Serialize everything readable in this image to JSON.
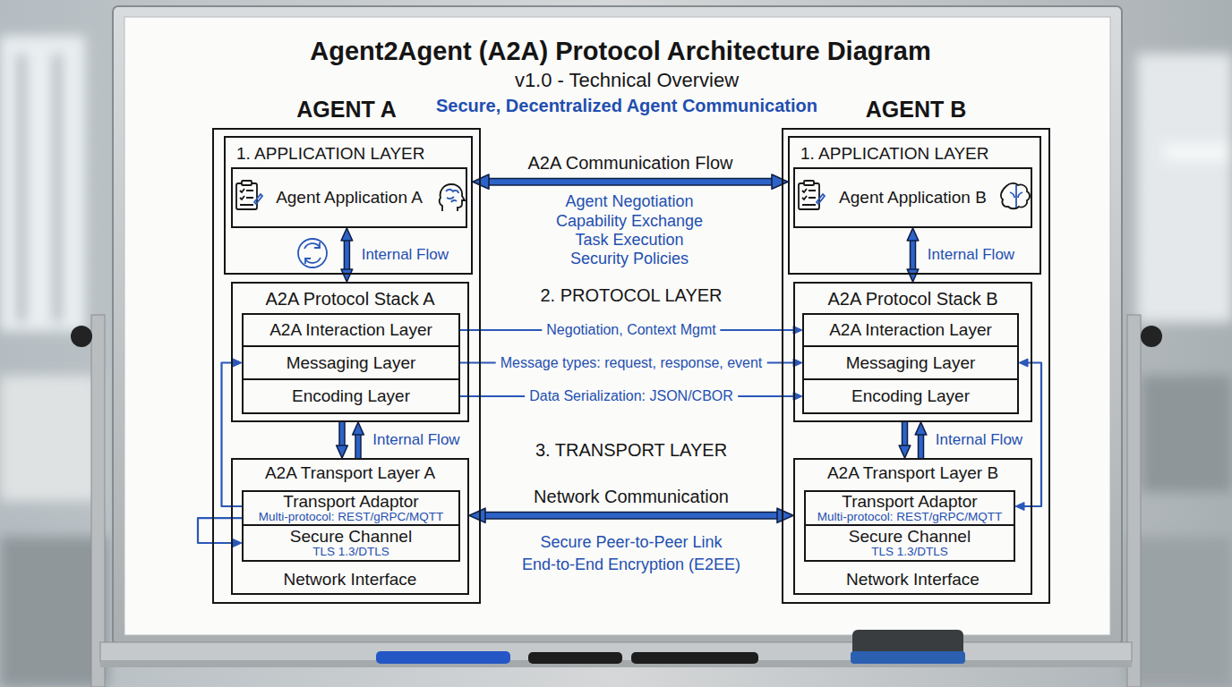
{
  "diagram": {
    "title": "Agent2Agent (A2A) Protocol Architecture Diagram",
    "nodes": [
      {
        "text": [
          "AGENT A"
        ]
      },
      {
        "text": [
          "1. APPLICATION LAYER"
        ],
        "in": 0
      },
      {
        "text": [
          "Agent Application A"
        ],
        "in": 1
      },
      {
        "text": [
          "A2A Protocol Stack A"
        ],
        "in": 0
      },
      {
        "text": [
          "A2A Interaction Layer"
        ],
        "in": 3
      },
      {
        "text": [
          "Messaging Layer"
        ],
        "in": 3
      },
      {
        "text": [
          "Encoding Layer"
        ],
        "in": 3
      },
      {
        "text": [
          "A2A Transport Layer A",
          "Network Interface"
        ],
        "in": 0
      },
      {
        "text": [
          "Transport Adaptor",
          "Multi-protocol: REST/gRPC/MQTT"
        ],
        "in": 7
      },
      {
        "text": [
          "Secure Channel",
          "TLS 1.3/DTLS"
        ],
        "in": 7
      },
      {
        "text": [
          "AGENT B"
        ]
      },
      {
        "text": [
          "1. APPLICATION LAYER"
        ],
        "in": 10
      },
      {
        "text": [
          "Agent Application B"
        ],
        "in": 11
      },
      {
        "text": [
          "A2A Protocol Stack B"
        ],
        "in": 10
      },
      {
        "text": [
          "A2A Interaction Layer"
        ],
        "in": 13
      },
      {
        "text": [
          "Messaging Layer"
        ],
        "in": 13
      },
      {
        "text": [
          "Encoding Layer"
        ],
        "in": 13
      },
      {
        "text": [
          "A2A Transport Layer B",
          "Network Interface"
        ],
        "in": 10
      },
      {
        "text": [
          "Transport Adaptor",
          "Multi-protocol: REST/gRPC/MQTT"
        ],
        "in": 17
      },
      {
        "text": [
          "Secure Channel",
          "TLS 1.3/DTLS"
        ],
        "in": 17
      }
    ],
    "edges": [
      {
        "from": 1,
        "to": 11,
        "arrow": "both",
        "label": "A2A Communication Flow"
      },
      {
        "from": 2,
        "to": 3,
        "arrow": "both",
        "label": "Internal Flow"
      },
      {
        "from": 3,
        "to": 7,
        "arrow": "both",
        "label": "Internal Flow"
      },
      {
        "from": 12,
        "to": 13,
        "arrow": "both",
        "label": "Internal Flow"
      },
      {
        "from": 13,
        "to": 17,
        "arrow": "both",
        "label": "Internal Flow"
      },
      {
        "from": 4,
        "to": 14,
        "arrow": "to",
        "label": "Negotiation, Context Mgmt"
      },
      {
        "from": 5,
        "to": 15,
        "arrow": "to",
        "label": "Message types: request, response, event"
      },
      {
        "from": 6,
        "to": 16,
        "arrow": "to",
        "label": "Data Serialization: JSON/CBOR"
      },
      {
        "from": 7,
        "to": 17,
        "arrow": "both",
        "label": "Network Communication"
      },
      {
        "from": 8,
        "to": 5,
        "arrow": "to"
      },
      {
        "from": 8,
        "to": 9,
        "arrow": "to"
      },
      {
        "from": 15,
        "to": 18,
        "arrow": "both"
      }
    ],
    "labels": [
      "v1.0 - Technical Overview",
      "Secure, Decentralized Agent Communication",
      "Agent Negotiation",
      "Capability Exchange",
      "Task Execution",
      "Security Policies",
      "2. PROTOCOL LAYER",
      "3. TRANSPORT LAYER",
      "Secure Peer-to-Peer Link",
      "End-to-End Encryption (E2EE)"
    ]
  }
}
